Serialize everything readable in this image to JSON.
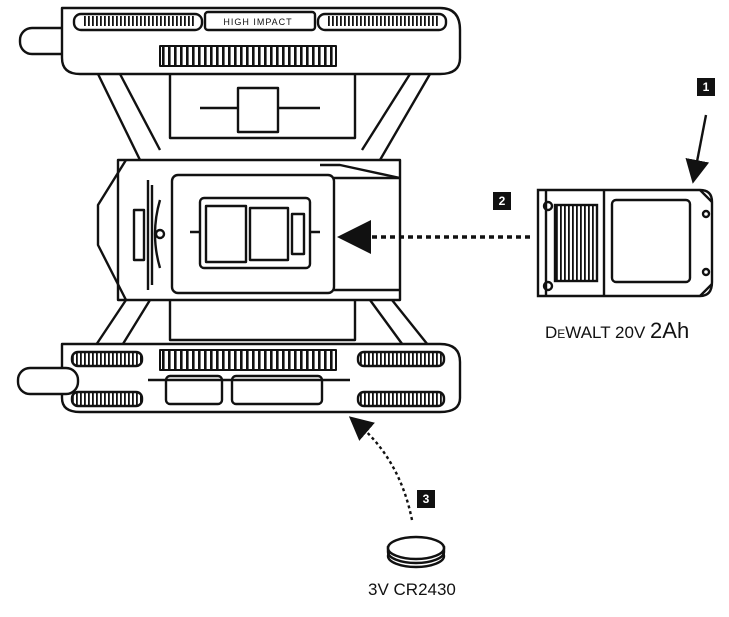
{
  "device": {
    "top_label": "HIGH IMPACT"
  },
  "steps": [
    {
      "number": "1"
    },
    {
      "number": "2"
    },
    {
      "number": "3"
    }
  ],
  "battery_label": {
    "brand_prefix": "D",
    "brand_small": "E",
    "brand_rest": "WALT 20V",
    "capacity": "2Ah"
  },
  "coin_cell_label": "3V CR2430"
}
